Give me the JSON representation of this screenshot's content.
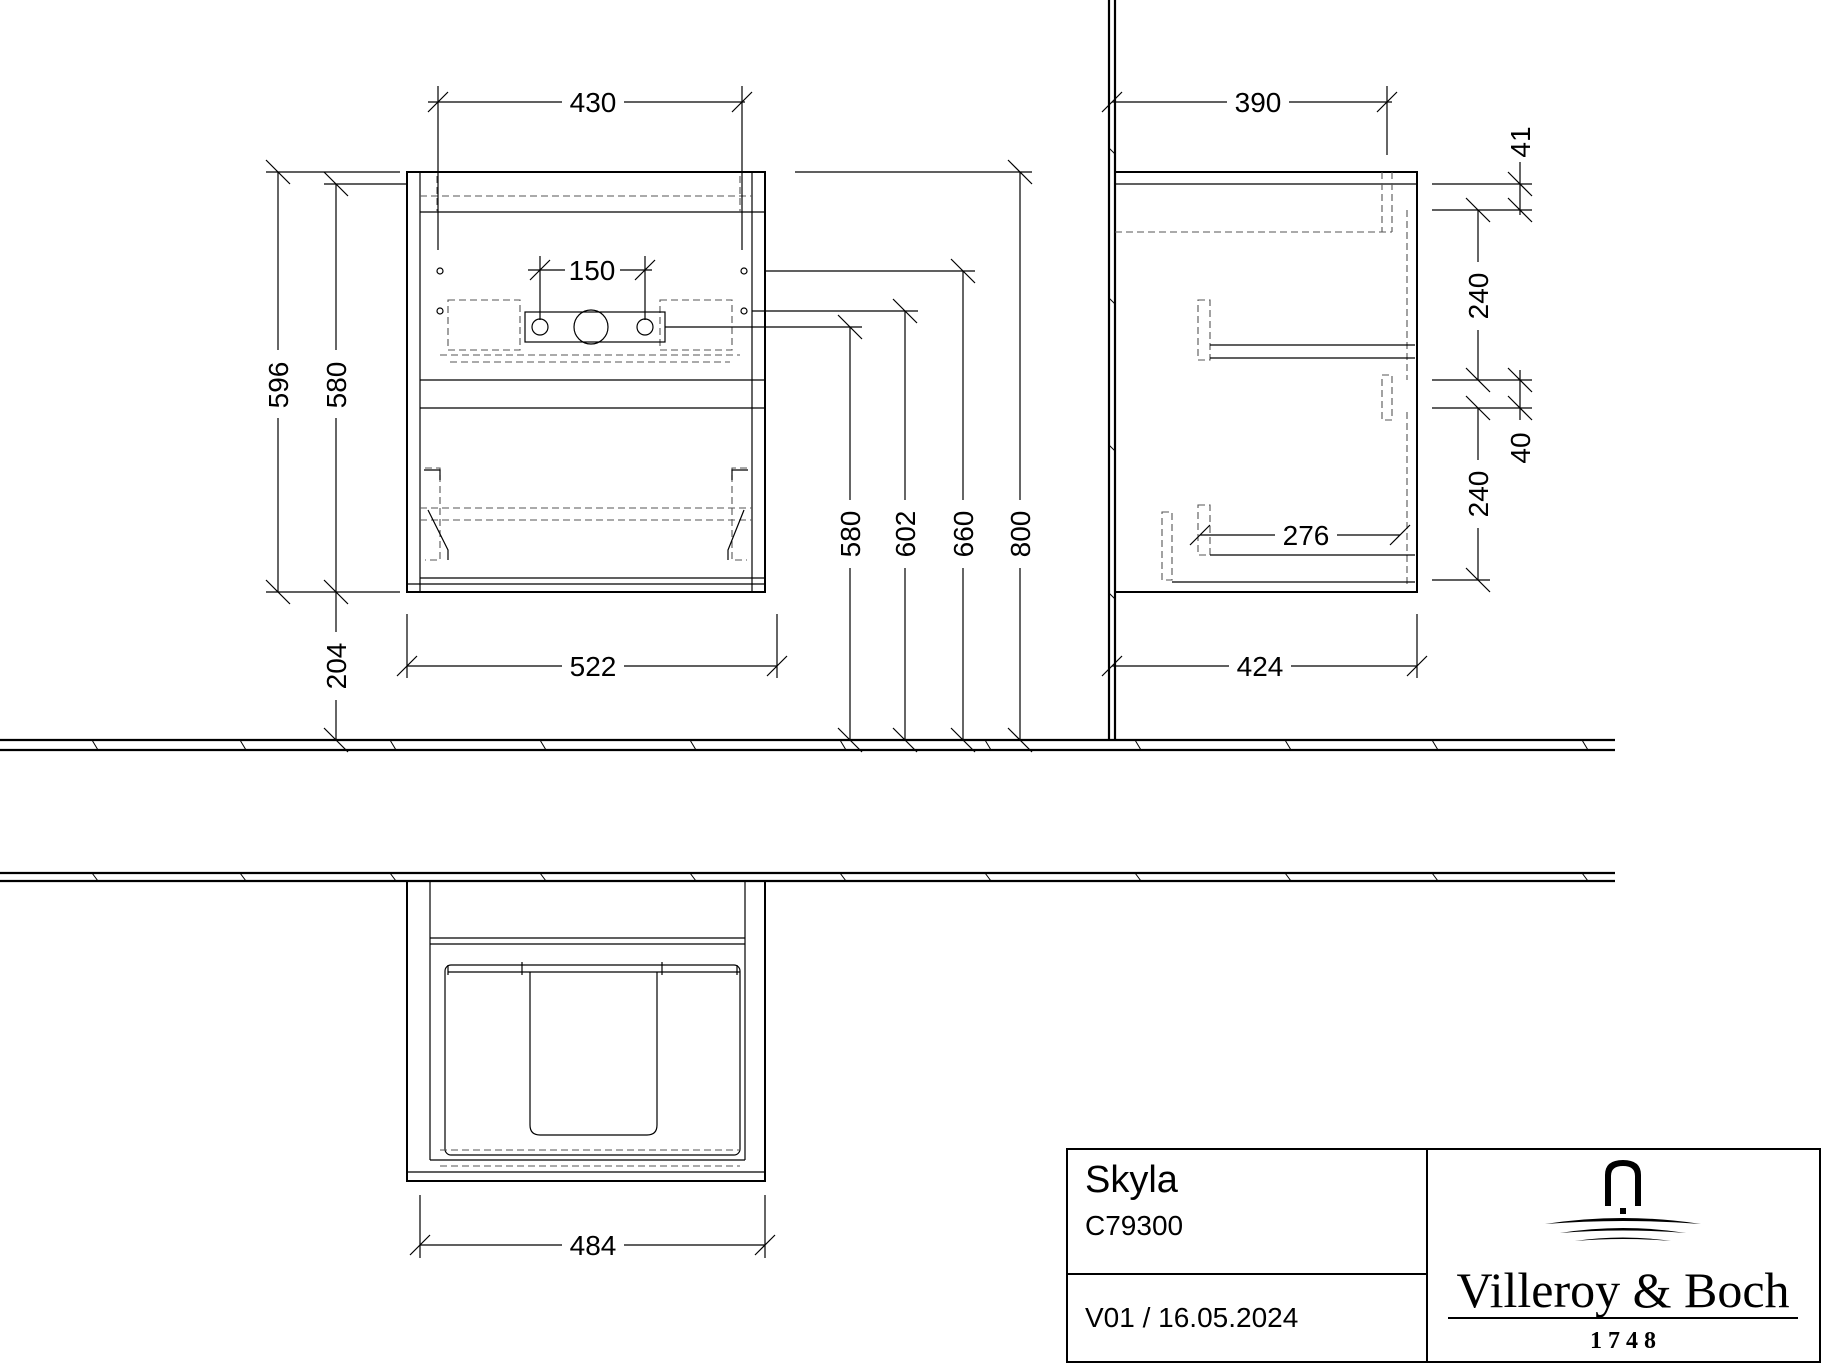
{
  "dimensions": {
    "front_top_width": "430",
    "front_tap_spacing": "150",
    "front_height_596": "596",
    "front_height_580": "580",
    "front_floor_gap": "204",
    "front_bottom_width": "522",
    "front_height_right_580": "580",
    "front_height_602": "602",
    "front_height_660": "660",
    "front_height_800": "800",
    "side_top_depth": "390",
    "side_top_offset": "41",
    "side_drawer_upper": "240",
    "side_gap": "40",
    "side_drawer_lower": "240",
    "side_inner_depth": "276",
    "side_bottom_depth": "424",
    "top_view_width": "484"
  },
  "title_block": {
    "product_name": "Skyla",
    "product_code": "C79300",
    "version": "V01 /  16.05.2024",
    "brand_name": "Villeroy & Boch",
    "brand_year": "1748"
  }
}
